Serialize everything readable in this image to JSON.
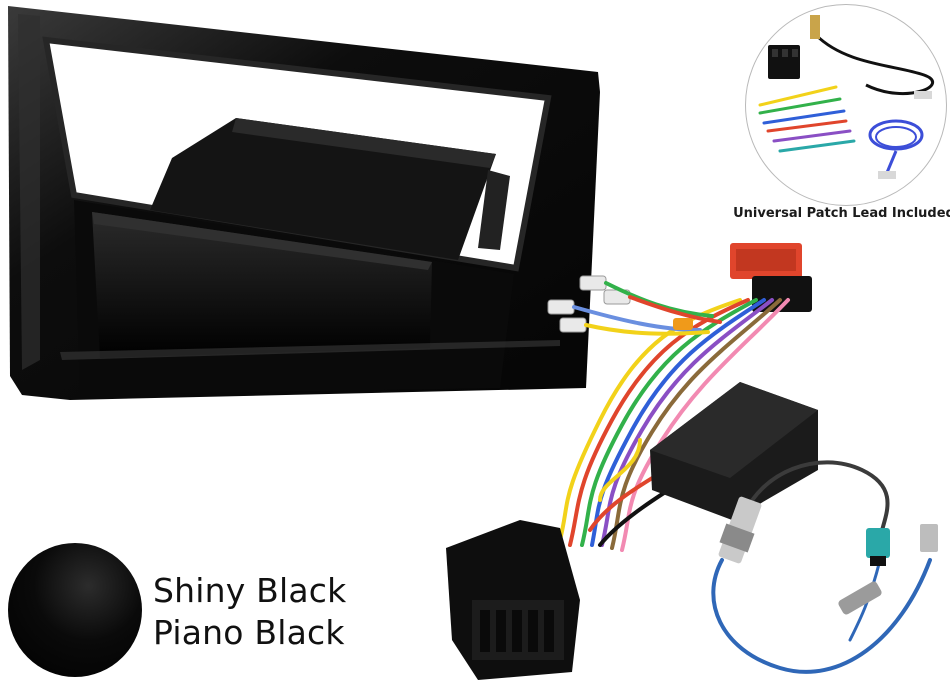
{
  "inset": {
    "caption": "Universal Patch Lead Included"
  },
  "finish": {
    "line1": "Shiny Black",
    "line2": "Piano Black"
  },
  "colors": {
    "fascia": "#0b0b0b",
    "pocket": "#1a1a1a",
    "harness_red": "#e0452c",
    "wire_yellow": "#f2d21a",
    "wire_blue": "#2f5fd8",
    "wire_green": "#32b14a",
    "wire_purple": "#8a4fc4",
    "aerial_blue": "#2f67b7",
    "aerial_teal": "#2aa8a8"
  },
  "icons": [
    "fascia-panel-image",
    "harness-image",
    "aerial-adapter-image",
    "patch-lead-image",
    "finish-swatch"
  ]
}
